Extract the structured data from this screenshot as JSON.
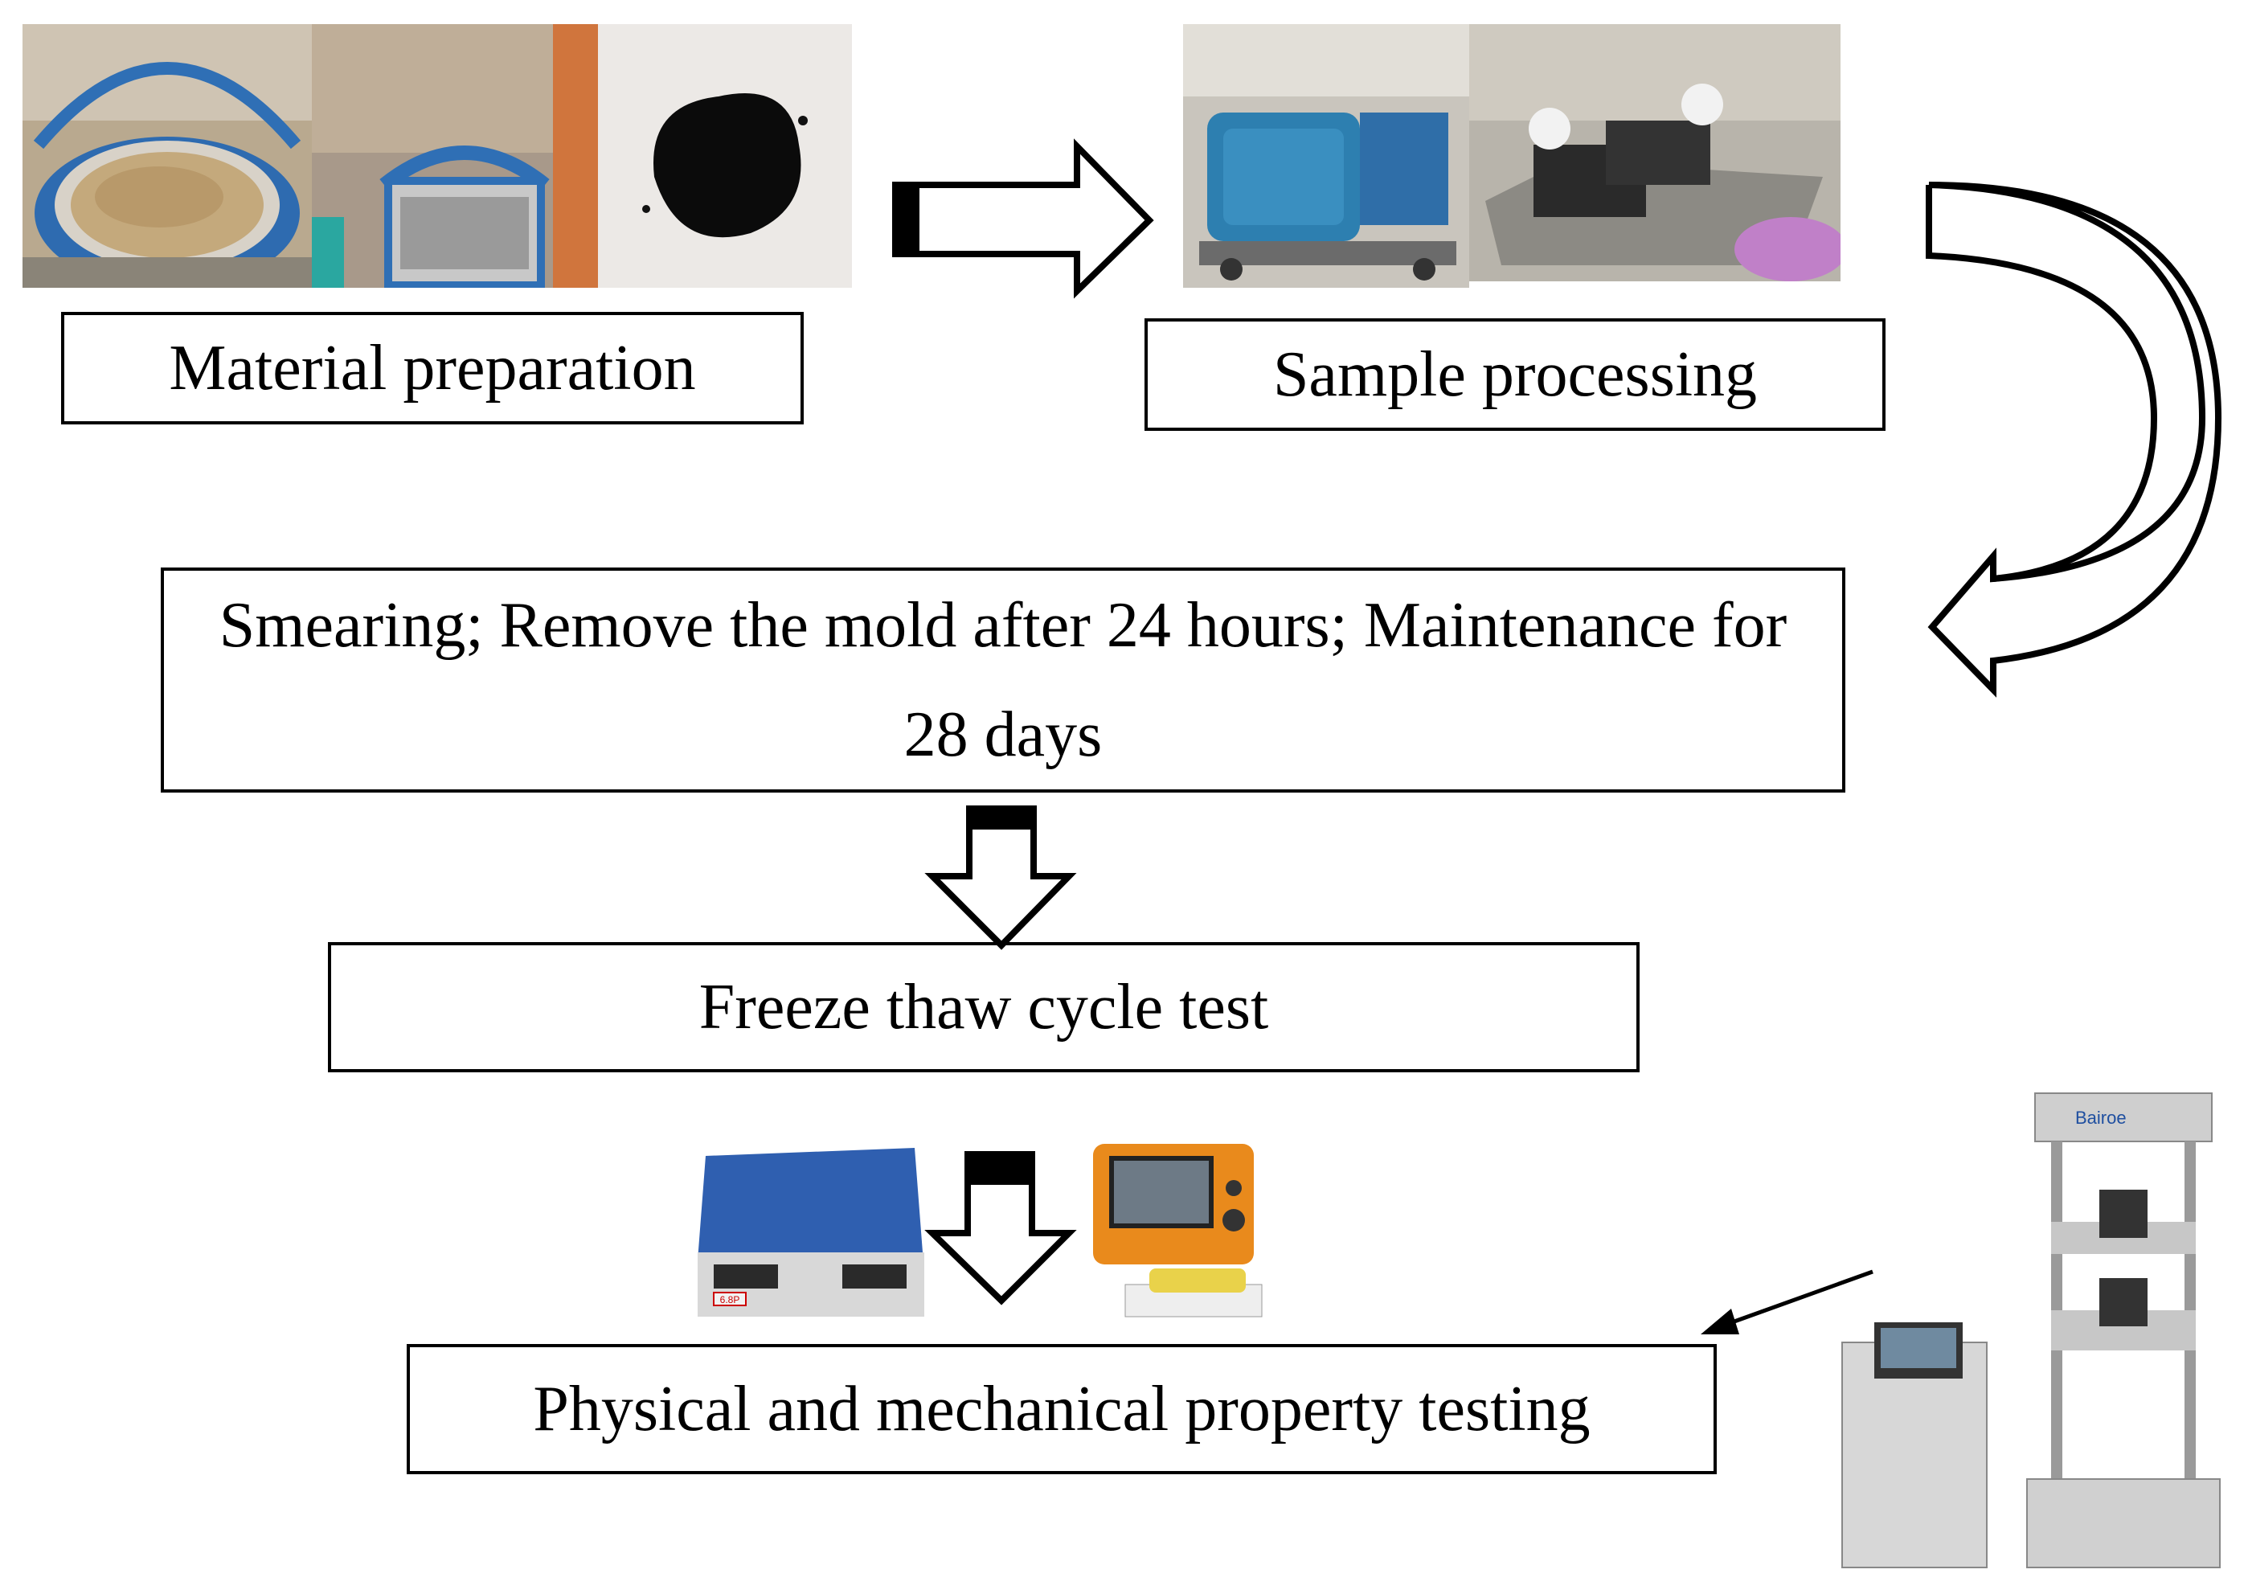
{
  "steps": {
    "material_preparation": "Material preparation",
    "sample_processing": "Sample processing",
    "curing": "Smearing; Remove the mold after 24 hours; Maintenance for 28 days",
    "freeze_thaw": "Freeze thaw cycle test",
    "property_testing": "Physical and mechanical property testing"
  },
  "machine_brand": "Bairoe",
  "scale_tag": "6.8P"
}
